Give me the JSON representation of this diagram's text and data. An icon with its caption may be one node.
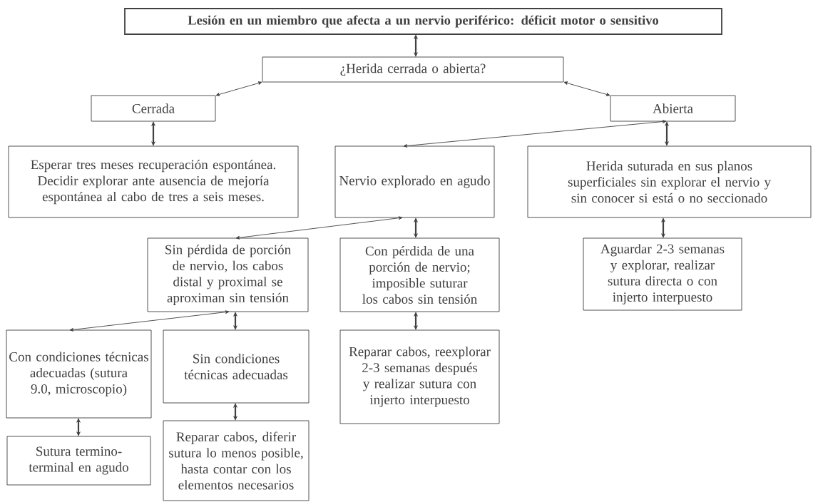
{
  "diagram": {
    "nodes": [
      {
        "text": [
          "Lesión en un miembro que afecta a un nervio periférico: déficit motor o sensitivo"
        ]
      },
      {
        "text": [
          "¿Herida cerrada o abierta?"
        ]
      },
      {
        "text": [
          "Cerrada"
        ]
      },
      {
        "text": [
          "Abierta"
        ]
      },
      {
        "text": [
          "Esperar tres meses recuperación espontánea. Decidir explorar ante ausencia de mejoría espontánea al cabo de tres a seis meses."
        ]
      },
      {
        "text": [
          "Nervio explorado en agudo"
        ]
      },
      {
        "text": [
          "Herida suturada en sus planos superficiales sin explorar el nervio y sin conocer si está o no seccionado"
        ]
      },
      {
        "text": [
          "Sin pérdida de porción de nervio, los cabos distal y proximal se aproximan sin tensión"
        ]
      },
      {
        "text": [
          "Con pérdida de una porción de nervio; imposible suturar los cabos sin tensión"
        ]
      },
      {
        "text": [
          "Aguardar 2-3 semanas y explorar, realizar sutura directa o con injerto interpuesto"
        ]
      },
      {
        "text": [
          "Con condiciones técnicas adecuadas (sutura 9.0, microscopio)"
        ]
      },
      {
        "text": [
          "Sin condiciones técnicas adecuadas"
        ]
      },
      {
        "text": [
          "Reparar cabos, reexplorar 2-3 semanas después y realizar sutura con injerto interpuesto"
        ]
      },
      {
        "text": [
          "Sutura termino-terminal en agudo"
        ]
      },
      {
        "text": [
          "Reparar cabos, diferir sutura lo menos posible, hasta contar con los elementos necesarios"
        ]
      }
    ],
    "edges": [
      {
        "from": 0,
        "to": 1,
        "arrow": "both"
      },
      {
        "from": 1,
        "to": 2,
        "arrow": "both"
      },
      {
        "from": 1,
        "to": 3,
        "arrow": "both"
      },
      {
        "from": 2,
        "to": 4,
        "arrow": "both"
      },
      {
        "from": 3,
        "to": 5,
        "arrow": "both"
      },
      {
        "from": 3,
        "to": 6,
        "arrow": "both"
      },
      {
        "from": 5,
        "to": 7,
        "arrow": "both"
      },
      {
        "from": 5,
        "to": 8,
        "arrow": "both"
      },
      {
        "from": 6,
        "to": 9,
        "arrow": "both"
      },
      {
        "from": 7,
        "to": 10,
        "arrow": "both"
      },
      {
        "from": 7,
        "to": 11,
        "arrow": "both"
      },
      {
        "from": 8,
        "to": 12,
        "arrow": "both"
      },
      {
        "from": 10,
        "to": 13,
        "arrow": "both"
      },
      {
        "from": 11,
        "to": 14,
        "arrow": "both"
      }
    ]
  }
}
